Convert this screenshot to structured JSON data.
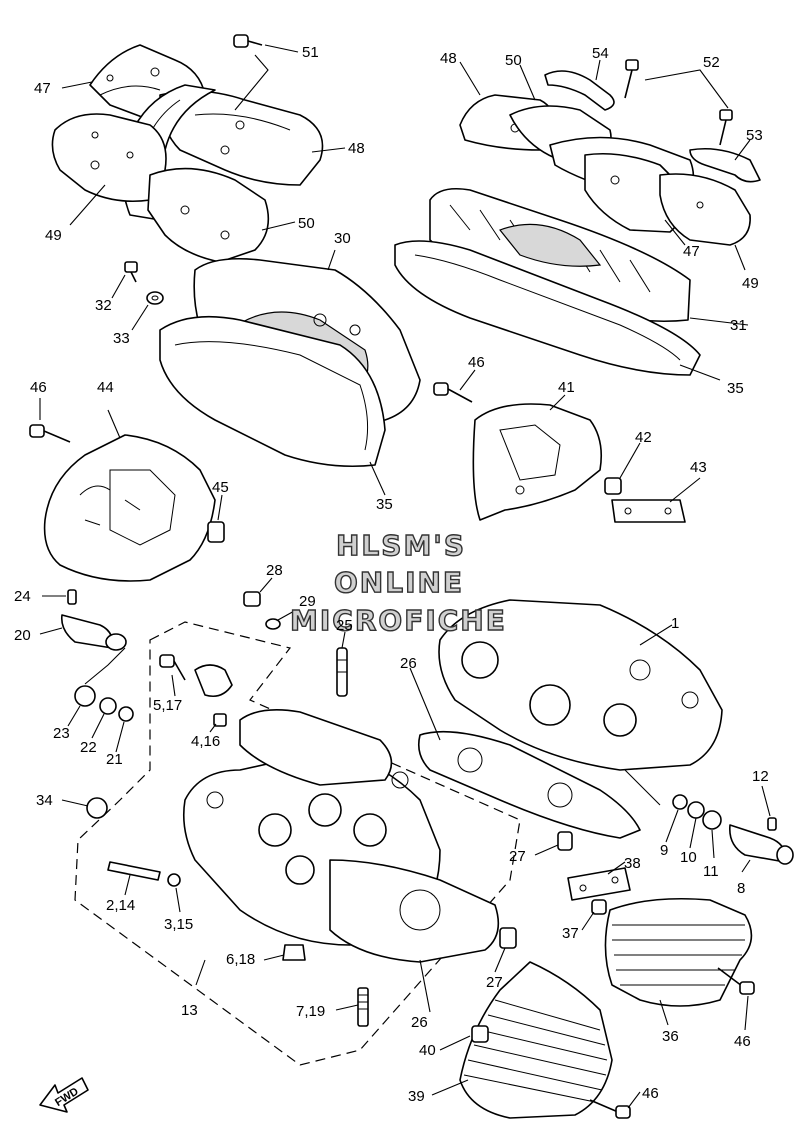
{
  "watermark": {
    "line1": "HLSM'S",
    "line2": "ONLINE",
    "line3": "MICROFICHE"
  },
  "fwd_label": "FWD",
  "callouts": {
    "c47a": "47",
    "c51": "51",
    "c48a": "48",
    "c49a": "49",
    "c50a": "50",
    "c48b": "48",
    "c50b": "50",
    "c54": "54",
    "c52": "52",
    "c53": "53",
    "c47b": "47",
    "c49b": "49",
    "c31": "31",
    "c30": "30",
    "c32": "32",
    "c33": "33",
    "c35a": "35",
    "c35b": "35",
    "c46a": "46",
    "c44": "44",
    "c45": "45",
    "c46b": "46",
    "c41": "41",
    "c42": "42",
    "c43": "43",
    "c24": "24",
    "c20": "20",
    "c28": "28",
    "c29": "29",
    "c25": "25",
    "c1": "1",
    "c26a": "26",
    "c5_17": "5,17",
    "c4_16": "4,16",
    "c23": "23",
    "c22": "22",
    "c21": "21",
    "c34": "34",
    "c12": "12",
    "c9": "9",
    "c10": "10",
    "c11": "11",
    "c8": "8",
    "c27a": "27",
    "c38": "38",
    "c37": "37",
    "c2_14": "2,14",
    "c3_15": "3,15",
    "c6_18": "6,18",
    "c27b": "27",
    "c13": "13",
    "c7_19": "7,19",
    "c26b": "26",
    "c36": "36",
    "c46c": "46",
    "c40": "40",
    "c39": "39",
    "c46d": "46"
  }
}
